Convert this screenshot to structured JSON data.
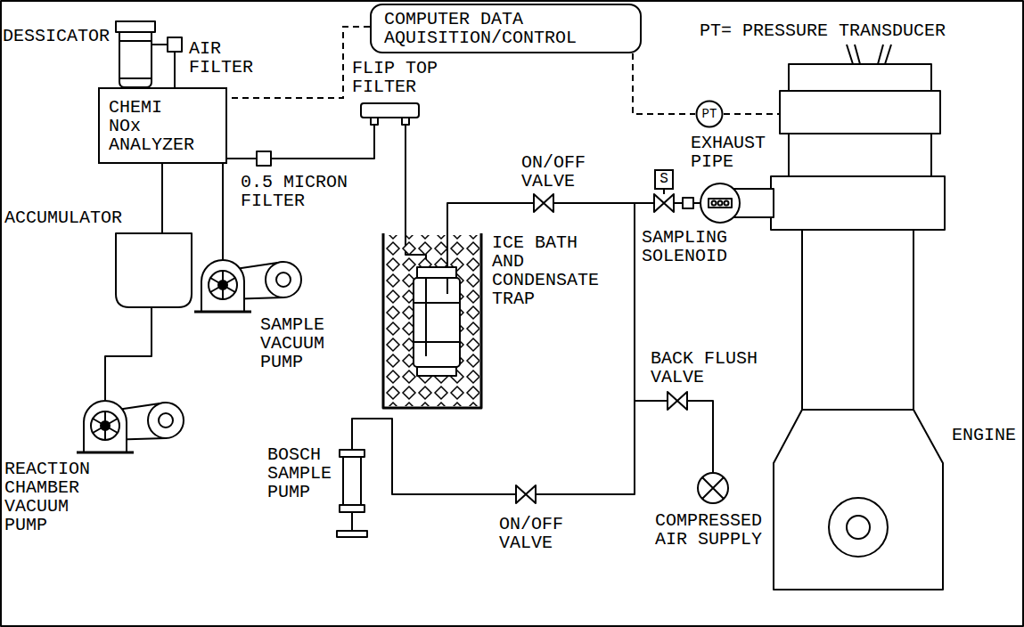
{
  "diagram": {
    "nodes": [
      {
        "text": [
          "COMPUTER DATA AQUISITION/CONTROL"
        ]
      },
      {
        "text": [
          "CHEMI NOx ANALYZER"
        ]
      },
      {
        "text": [
          "PT"
        ]
      },
      {
        "text": [
          "S"
        ]
      }
    ],
    "edges": [
      {
        "from": 0,
        "to": 1,
        "arrow": "none"
      },
      {
        "from": 0,
        "to": 2,
        "arrow": "none"
      }
    ],
    "labels": [
      "DESSICATOR",
      "AIR FILTER",
      "PT= PRESSURE TRANSDUCER",
      "FLIP TOP FILTER",
      "0.5 MICRON FILTER",
      "ACCUMULATOR",
      "SAMPLE VACUUM PUMP",
      "ICE BATH AND CONDENSATE TRAP",
      "ON/OFF VALVE",
      "SAMPLING SOLENOID",
      "EXHAUST PIPE",
      "BACK FLUSH VALVE",
      "ENGINE",
      "REACTION CHAMBER VACUUM PUMP",
      "BOSCH SAMPLE PUMP",
      "ON/OFF VALVE",
      "COMPRESSED AIR SUPPLY"
    ]
  }
}
